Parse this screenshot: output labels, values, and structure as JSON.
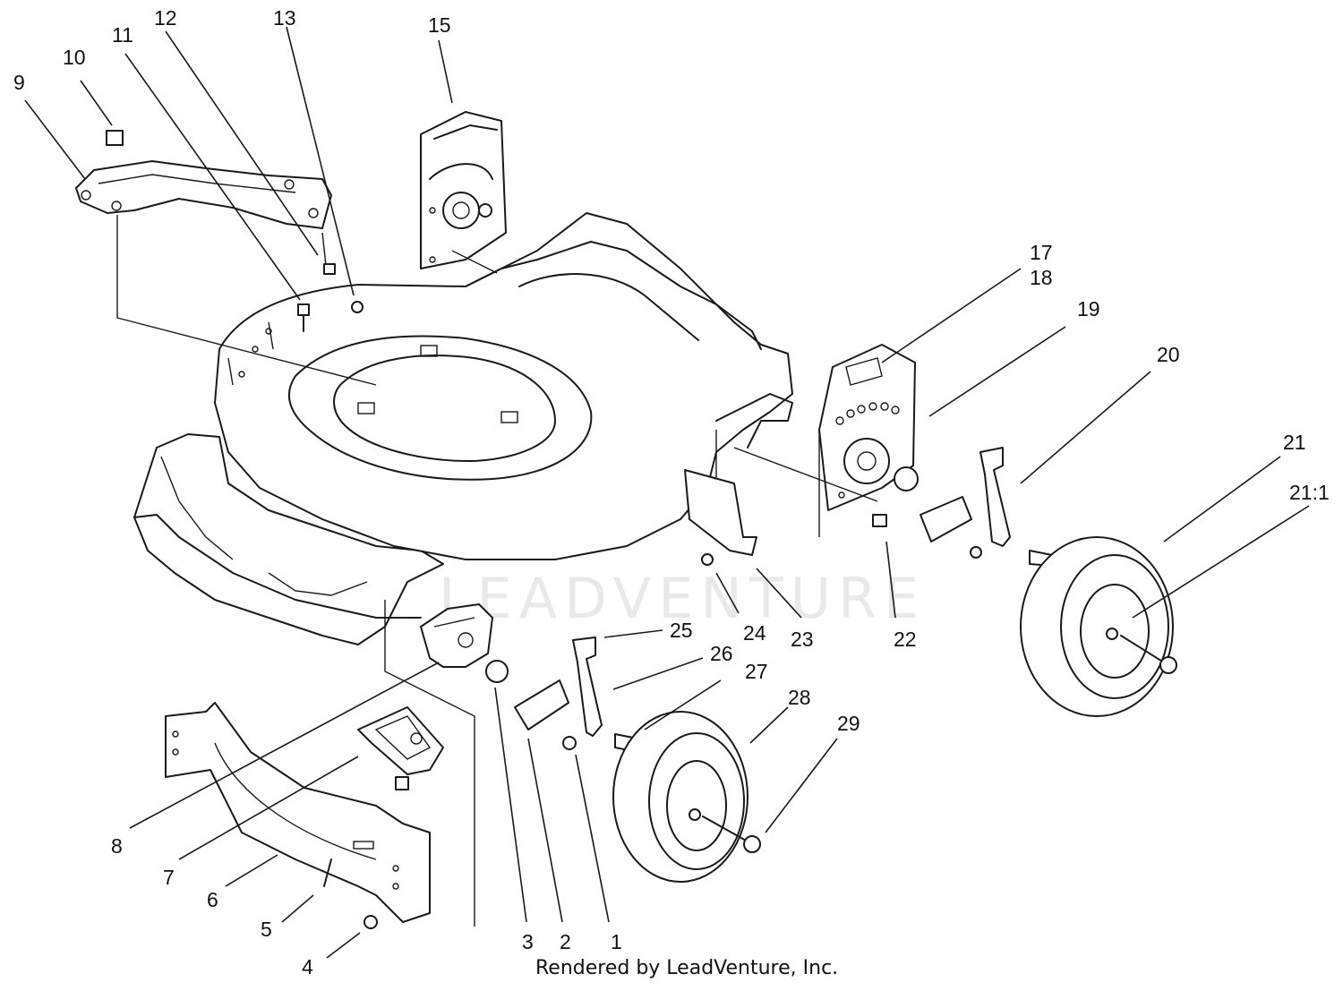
{
  "watermark": "LEADVENTURE",
  "credit": "Rendered by LeadVenture, Inc.",
  "callouts": {
    "c1": "1",
    "c2": "2",
    "c3": "3",
    "c4": "4",
    "c5": "5",
    "c6": "6",
    "c7": "7",
    "c8": "8",
    "c9": "9",
    "c10": "10",
    "c11": "11",
    "c12": "12",
    "c13": "13",
    "c15": "15",
    "c17": "17",
    "c18": "18",
    "c19": "19",
    "c20": "20",
    "c21": "21",
    "c21_1": "21:1",
    "c22": "22",
    "c23": "23",
    "c24": "24",
    "c25": "25",
    "c26": "26",
    "c27": "27",
    "c28": "28",
    "c29": "29"
  }
}
